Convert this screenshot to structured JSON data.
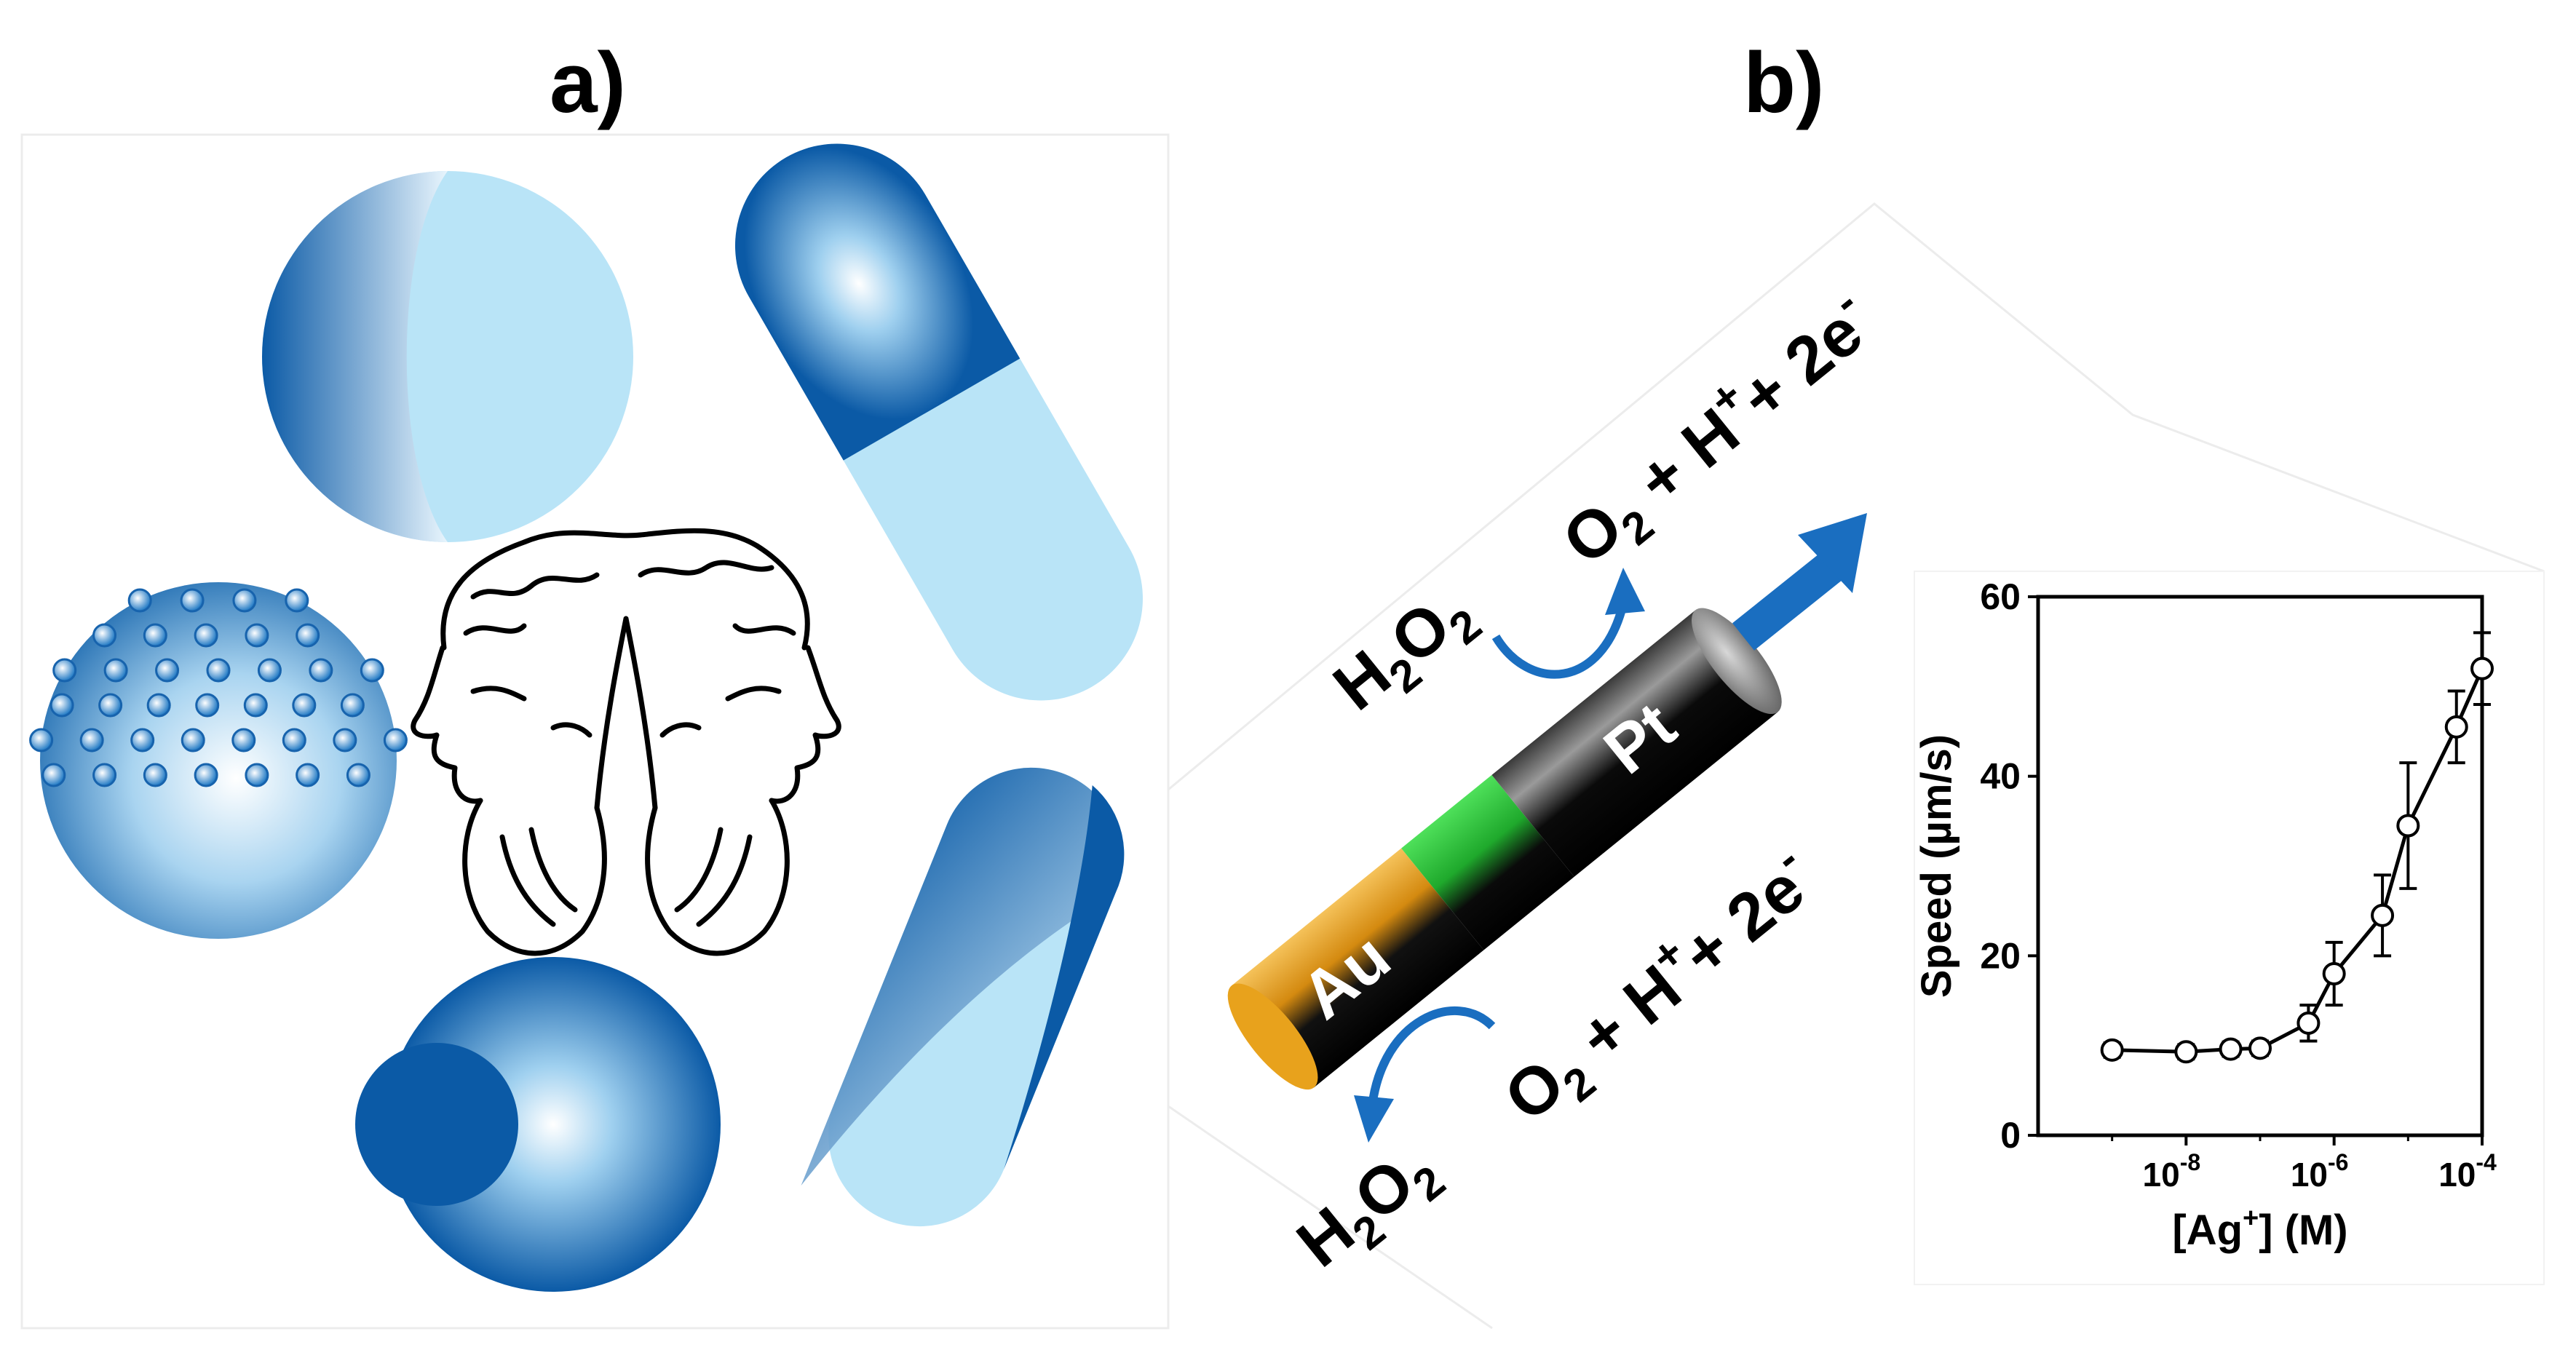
{
  "panels": {
    "a": "a)",
    "b": "b)"
  },
  "motor": {
    "tip_label": "Pt",
    "tail_label": "Au",
    "reaction_top": {
      "reactant": "H2O2",
      "products": "O2 + H++ 2e-"
    },
    "reaction_bottom": {
      "reactant": "H2O2",
      "products": "O2 + H++ 2e-"
    },
    "colors": {
      "pt": "#1a1a1a",
      "au": "#e8a21c",
      "mid": "#2fbf3a",
      "arrow": "#1a6ec0"
    }
  },
  "janus_colors": {
    "dark": "#0b5aa6",
    "light": "#b9e4f7"
  },
  "chart_data": {
    "type": "scatter",
    "xlabel": "[Ag+] (M)",
    "ylabel": "Speed (µm/s)",
    "xscale": "log",
    "xlim": [
      1e-10,
      0.0001
    ],
    "ylim": [
      0,
      60
    ],
    "yticks": [
      0,
      20,
      40,
      60
    ],
    "xtick_labels": [
      "10-8",
      "10-6",
      "10-4"
    ],
    "xticks": [
      1e-08,
      1e-06,
      0.0001
    ],
    "grid": false,
    "series": [
      {
        "points": [
          {
            "x": 1e-09,
            "y": 9.5,
            "err": 0.8
          },
          {
            "x": 1e-08,
            "y": 9.3,
            "err": 0.8
          },
          {
            "x": 4e-08,
            "y": 9.6,
            "err": 0.8
          },
          {
            "x": 1e-07,
            "y": 9.7,
            "err": 0.8
          },
          {
            "x": 4.5e-07,
            "y": 12.5,
            "err": 2
          },
          {
            "x": 1e-06,
            "y": 18,
            "err": 3.5
          },
          {
            "x": 4.5e-06,
            "y": 24.5,
            "err": 4.5
          },
          {
            "x": 1e-05,
            "y": 34.5,
            "err": 7
          },
          {
            "x": 4.5e-05,
            "y": 45.5,
            "err": 4
          },
          {
            "x": 0.0001,
            "y": 52,
            "err": 4
          }
        ]
      }
    ]
  }
}
